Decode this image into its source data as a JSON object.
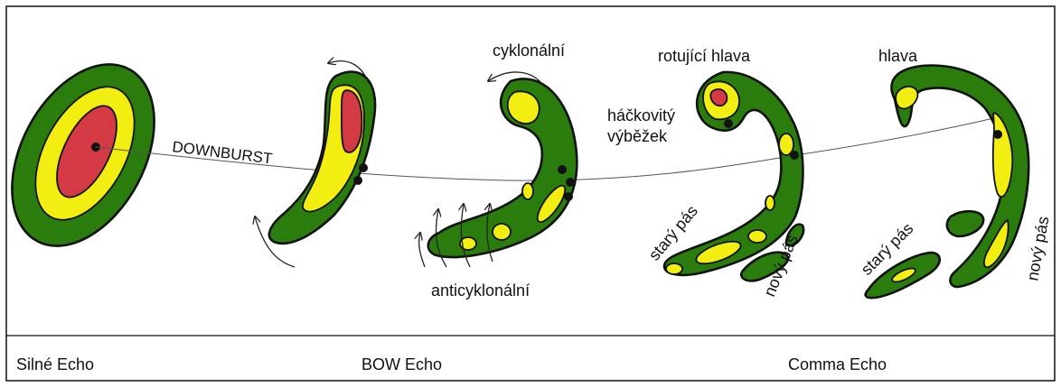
{
  "labels": {
    "downburst": "DOWNBURST",
    "cyklonalni": "cyklonální",
    "anticyklonalni": "anticyklonální",
    "rotujici_hlava": "rotující hlava",
    "hackovity_1": "háčkovitý",
    "hackovity_2": "výběžek",
    "stary_pas_1": "starý pás",
    "novy_pas_1": "nový pás",
    "hlava": "hlava",
    "stary_pas_2": "starý pás",
    "novy_pas_2": "nový pás"
  },
  "captions": {
    "silne": "Silné  Echo",
    "bow": "BOW Echo",
    "comma": "Comma Echo"
  },
  "colors": {
    "green": "#2a7d0c",
    "yellow": "#f2ee12",
    "red": "#d43a44",
    "frame": "#111111"
  }
}
